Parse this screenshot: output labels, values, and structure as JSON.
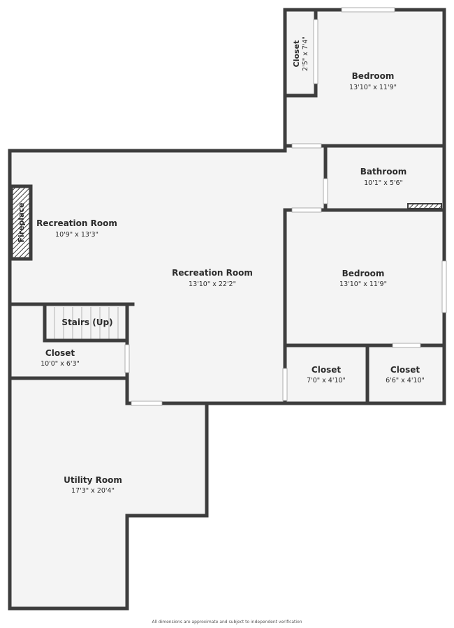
{
  "colors": {
    "wall": "#3d3d3d",
    "floor": "#f4f4f4",
    "window": "#ffffff",
    "text": "#2b2b2b"
  },
  "rooms": {
    "closet_top": {
      "name": "Closet",
      "dims": "2'5\" x 7'4\""
    },
    "bedroom_top": {
      "name": "Bedroom",
      "dims": "13'10\" x 11'9\""
    },
    "bathroom": {
      "name": "Bathroom",
      "dims": "10'1\" x 5'6\""
    },
    "fireplace": {
      "name": "Fireplace"
    },
    "recreation_left": {
      "name": "Recreation Room",
      "dims": "10'9\" x 13'3\""
    },
    "recreation_main": {
      "name": "Recreation Room",
      "dims": "13'10\" x 22'2\""
    },
    "bedroom_mid": {
      "name": "Bedroom",
      "dims": "13'10\" x 11'9\""
    },
    "stairs": {
      "name": "Stairs (Up)"
    },
    "closet_left": {
      "name": "Closet",
      "dims": "10'0\" x 6'3\""
    },
    "closet_mid": {
      "name": "Closet",
      "dims": "7'0\" x 4'10\""
    },
    "closet_right": {
      "name": "Closet",
      "dims": "6'6\" x 4'10\""
    },
    "utility": {
      "name": "Utility Room",
      "dims": "17'3\" x 20'4\""
    }
  },
  "footer": "All dimensions are approximate and subject to independent verification"
}
